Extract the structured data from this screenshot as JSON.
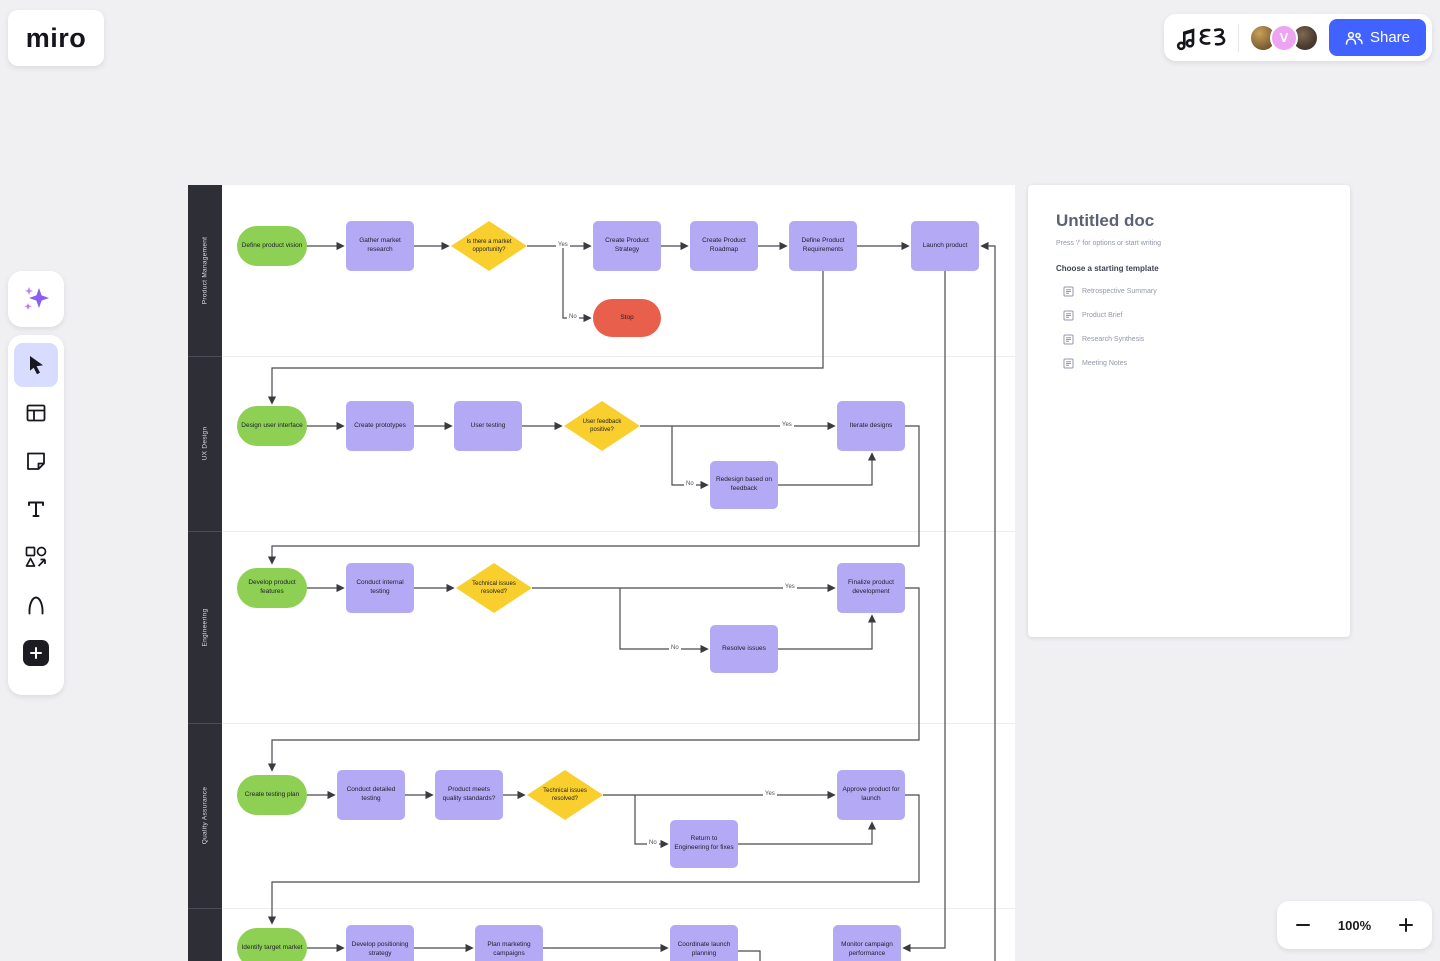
{
  "app": {
    "logo_text": "miro",
    "share_label": "Share",
    "zoom_level": "100%",
    "avatar_initial": "V"
  },
  "doc_panel": {
    "title": "Untitled doc",
    "hint": "Press '/' for options or start writing",
    "templates_heading": "Choose a starting template",
    "templates": [
      {
        "label": "Retrospective Summary"
      },
      {
        "label": "Product Brief"
      },
      {
        "label": "Research Synthesis"
      },
      {
        "label": "Meeting Notes"
      }
    ]
  },
  "diagram": {
    "lanes": [
      {
        "label": "Product Management"
      },
      {
        "label": "UX Design"
      },
      {
        "label": "Engineering"
      },
      {
        "label": "Quality Assurance"
      },
      {
        "label": ""
      }
    ],
    "yes": "Yes",
    "no": "No",
    "nodes": [
      {
        "type": "start",
        "label": "Define product vision"
      },
      {
        "type": "process",
        "label": "Gather market research"
      },
      {
        "type": "decision",
        "label": "Is there a market opportunity?"
      },
      {
        "type": "process",
        "label": "Create Product Strategy"
      },
      {
        "type": "process",
        "label": "Create Product Roadmap"
      },
      {
        "type": "process",
        "label": "Define Product Requirements"
      },
      {
        "type": "process",
        "label": "Launch product"
      },
      {
        "type": "stop",
        "label": "Stop"
      },
      {
        "type": "start",
        "label": "Design user interface"
      },
      {
        "type": "process",
        "label": "Create prototypes"
      },
      {
        "type": "process",
        "label": "User testing"
      },
      {
        "type": "decision",
        "label": "User feedback positive?"
      },
      {
        "type": "process",
        "label": "Iterate designs"
      },
      {
        "type": "process",
        "label": "Redesign based on feedback"
      },
      {
        "type": "start",
        "label": "Develop product features"
      },
      {
        "type": "process",
        "label": "Conduct internal testing"
      },
      {
        "type": "decision",
        "label": "Technical issues resolved?"
      },
      {
        "type": "process",
        "label": "Finalize product development"
      },
      {
        "type": "process",
        "label": "Resolve issues"
      },
      {
        "type": "start",
        "label": "Create testing plan"
      },
      {
        "type": "process",
        "label": "Conduct detailed testing"
      },
      {
        "type": "process",
        "label": "Product meets quality standards?"
      },
      {
        "type": "decision",
        "label": "Technical issues resolved?"
      },
      {
        "type": "process",
        "label": "Approve product for launch"
      },
      {
        "type": "process",
        "label": "Return to Engineering for fixes"
      },
      {
        "type": "start",
        "label": "Identify target market"
      },
      {
        "type": "process",
        "label": "Develop positioning strategy"
      },
      {
        "type": "process",
        "label": "Plan marketing campaigns"
      },
      {
        "type": "process",
        "label": "Coordinate launch planning"
      },
      {
        "type": "process",
        "label": "Monitor campaign performance"
      }
    ]
  },
  "colors": {
    "accent_blue": "#4262ff",
    "node_green": "#8ed053",
    "node_purple": "#b4a9f4",
    "node_yellow": "#f9cf2e",
    "node_red": "#e8604c",
    "lane_header": "#2e2e37",
    "background": "#f0f0f3"
  }
}
